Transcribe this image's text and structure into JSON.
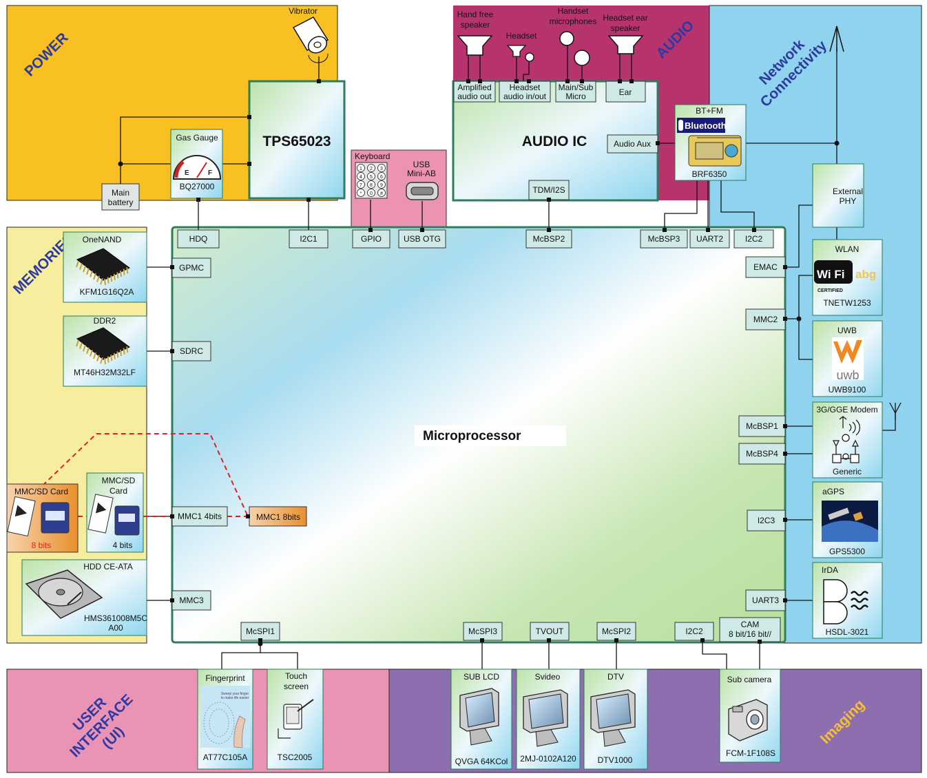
{
  "regions": {
    "power": "POWER",
    "memories": "MEMORIES",
    "audio": "AUDIO",
    "network": "Network\nConnectivity",
    "ui": "USER\nINTERFACE\n(UI)",
    "imaging": "Imaging"
  },
  "colors": {
    "power": "#f8c020",
    "memories": "#f6ee9e",
    "audio": "#b7336d",
    "network": "#8fd3ee",
    "ui": "#eb93b5",
    "imaging": "#8d6fb0",
    "keyboard": "#ec93b4",
    "cpu_border": "#2e7d5e",
    "region_text": "#2d3aa0",
    "imaging_text": "#f6c12c",
    "dashed": "#e02020"
  },
  "chips": {
    "tps": "TPS65023",
    "audio_ic": "AUDIO IC",
    "cpu": "Microprocessor"
  },
  "power": {
    "vibrator": "Vibrator",
    "gas_gauge": "Gas Gauge",
    "gas_gauge_part": "BQ27000",
    "battery": "Main\nbattery"
  },
  "audio": {
    "hand_free": "Hand free\nspeaker",
    "headset": "Headset",
    "handset_mic": "Handset\nmicrophones",
    "headset_ear": "Headset ear\nspeaker",
    "ports": [
      "Amplified\naudio out",
      "Headset\naudio in/out",
      "Main/Sub\nMicro",
      "Ear"
    ],
    "aux": "Audio Aux",
    "tdm": "TDM/I2S"
  },
  "io": {
    "keyboard": "Keyboard",
    "usb": "USB\nMini-AB",
    "keys": [
      "1",
      "2",
      "3",
      "4",
      "5",
      "6",
      "7",
      "8",
      "9",
      "*",
      "0",
      "#"
    ]
  },
  "cpu_ports": {
    "hdq": "HDQ",
    "i2c1": "I2C1",
    "gpio": "GPIO",
    "usb_otg": "USB OTG",
    "mcbsp2": "McBSP2",
    "mcbsp3": "McBSP3",
    "uart2": "UART2",
    "i2c2_top": "I2C2",
    "gpmc": "GPMC",
    "sdrc": "SDRC",
    "mmc1_4": "MMC1 4bits",
    "mmc1_8": "MMC1 8bits",
    "mmc3": "MMC3",
    "emac": "EMAC",
    "mmc2": "MMC2",
    "mcbsp1": "McBSP1",
    "mcbsp4": "McBSP4",
    "i2c3": "I2C3",
    "uart3": "UART3",
    "mcspi1": "McSPI1",
    "mcspi3": "McSPI3",
    "tvout": "TVOUT",
    "mcspi2": "McSPI2",
    "i2c2_bottom": "I2C2",
    "cam": "CAM\n8 bit/16 bit//"
  },
  "memories": {
    "onenand": "OneNAND",
    "onenand_part": "KFM1G16Q2A",
    "ddr2": "DDR2",
    "ddr2_part": "MT46H32M32LF",
    "mmcsd8": "MMC/SD Card",
    "mmcsd8_bits": "8 bits",
    "mmcsd4": "MMC/SD\nCard",
    "mmcsd4_bits": "4 bits",
    "hdd": "HDD CE-ATA",
    "hdd_part": "HMS361008M5C\nA00"
  },
  "network": {
    "btfm": "BT+FM",
    "bluetooth": "Bluetooth",
    "btfm_part": "BRF6350",
    "phy": "External\nPHY",
    "wlan": "WLAN",
    "wlan_part": "TNETW1253",
    "wifi_logo": "Wi Fi",
    "wifi_certified": "CERTIFIED",
    "wifi_abg": "abg",
    "uwb": "UWB",
    "uwb_logo": "uwb",
    "uwb_part": "UWB9100",
    "modem": "3G/GGE Modem",
    "modem_part": "Generic",
    "agps": "aGPS",
    "agps_part": "GPS5300",
    "irda": "IrDA",
    "irda_part": "HSDL-3021"
  },
  "ui": {
    "fingerprint": "Fingerprint",
    "fingerprint_part": "AT77C105A",
    "fingerprint_hint": "Sweep your finger\nto make life easier",
    "touch": "Touch\nscreen",
    "touch_part": "TSC2005"
  },
  "imaging": {
    "sublcd": "SUB LCD",
    "sublcd_part": "QVGA 64KCol",
    "svideo": "Svideo",
    "svideo_part": "2MJ-0102A120",
    "dtv": "DTV",
    "dtv_part": "DTV1000",
    "subcam": "Sub camera",
    "subcam_part": "FCM-1F108S"
  }
}
